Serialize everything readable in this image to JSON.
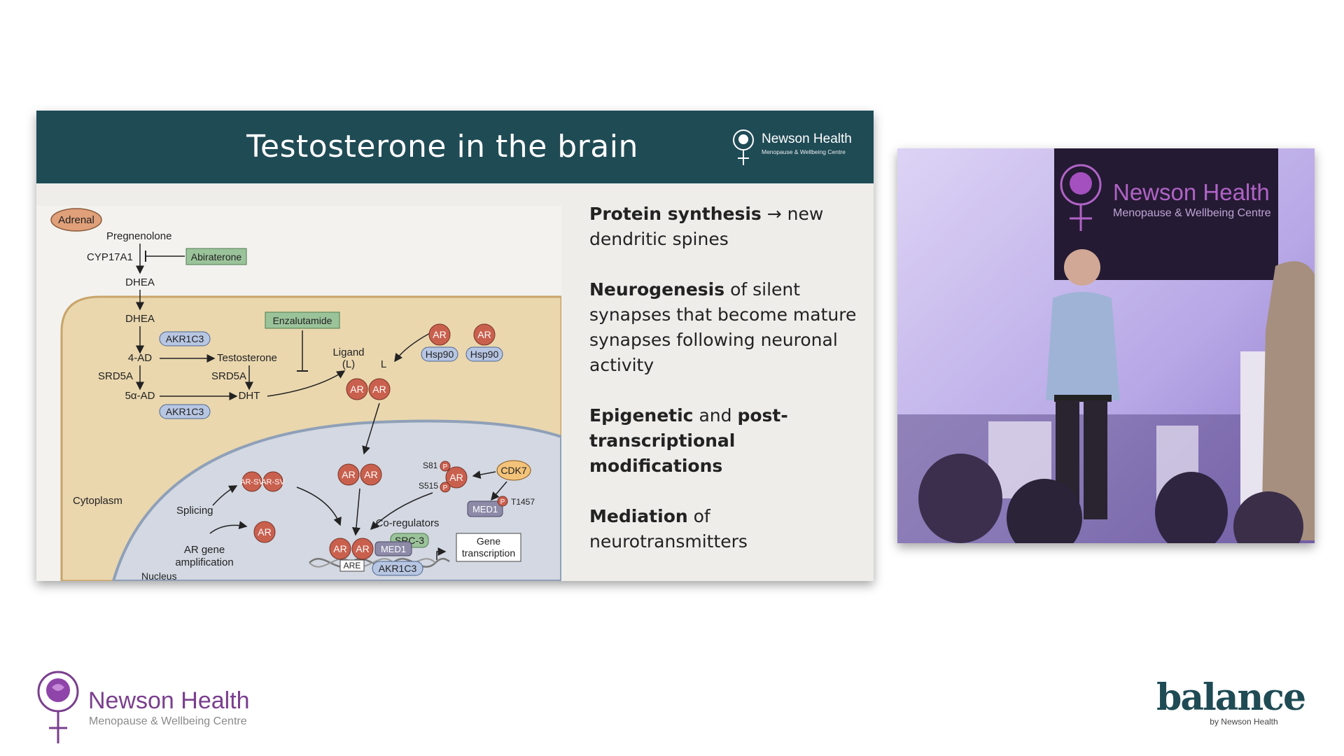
{
  "slide": {
    "title": "Testosterone in the brain",
    "header_logo": {
      "name": "Newson Health",
      "sub": "Menopause & Wellbeing Centre"
    },
    "bullets": [
      {
        "bold": "Protein synthesis",
        "rest": " → new dendritic spines"
      },
      {
        "bold": "Neurogenesis",
        "rest": " of silent synapses that become mature synapses following neuronal activity"
      },
      {
        "bold": "Epigenetic",
        "rest": " and ",
        "bold2": "post-transcriptional modifications"
      },
      {
        "bold": "Mediation",
        "rest": " of neurotransmitters"
      }
    ]
  },
  "figure_labels": {
    "adrenal": "Adrenal",
    "pregnenolone": "Pregnenolone",
    "cyp17a1": "CYP17A1",
    "abiraterone": "Abiraterone",
    "dhea_top": "DHEA",
    "dhea_cell": "DHEA",
    "enzalutamide": "Enzalutamide",
    "akr1c3_a": "AKR1C3",
    "four_ad": "4-AD",
    "testosterone": "Testosterone",
    "srd5a_left": "SRD5A",
    "srd5a_right": "SRD5A",
    "five_a_ad": "5α-AD",
    "dht": "DHT",
    "akr1c3_b": "AKR1C3",
    "ligand": "Ligand",
    "ligand_l": "(L)",
    "l": "L",
    "ar": "AR",
    "hsp90": "Hsp90",
    "cytoplasm": "Cytoplasm",
    "ar_sv": "AR-SV",
    "splicing": "Splicing",
    "ar_gene_amp_1": "AR gene",
    "ar_gene_amp_2": "amplification",
    "s81": "S81",
    "s515": "S515",
    "p": "P",
    "cdk7": "CDK7",
    "med1": "MED1",
    "t1457": "T1457",
    "co_regulators": "Co-regulators",
    "src3": "SRC-3",
    "gene_1": "Gene",
    "gene_2": "transcription",
    "are": "ARE",
    "nucleus": "Nucleus"
  },
  "video": {
    "banner_name": "Newson Health",
    "banner_sub": "Menopause & Wellbeing Centre"
  },
  "footer": {
    "logo_name": "Newson Health",
    "logo_sub": "Menopause & Wellbeing Centre",
    "balance": "balance",
    "balance_by": "by Newson Health"
  },
  "colors": {
    "header_teal": "#1f4b55",
    "brand_purple": "#7a3f8e",
    "ar_red": "#c9604e",
    "cytoplasm_tan": "#ead7ae",
    "nucleus_blue": "#d3d8e2"
  },
  "icons": [
    "rose-venus-logo-icon"
  ]
}
